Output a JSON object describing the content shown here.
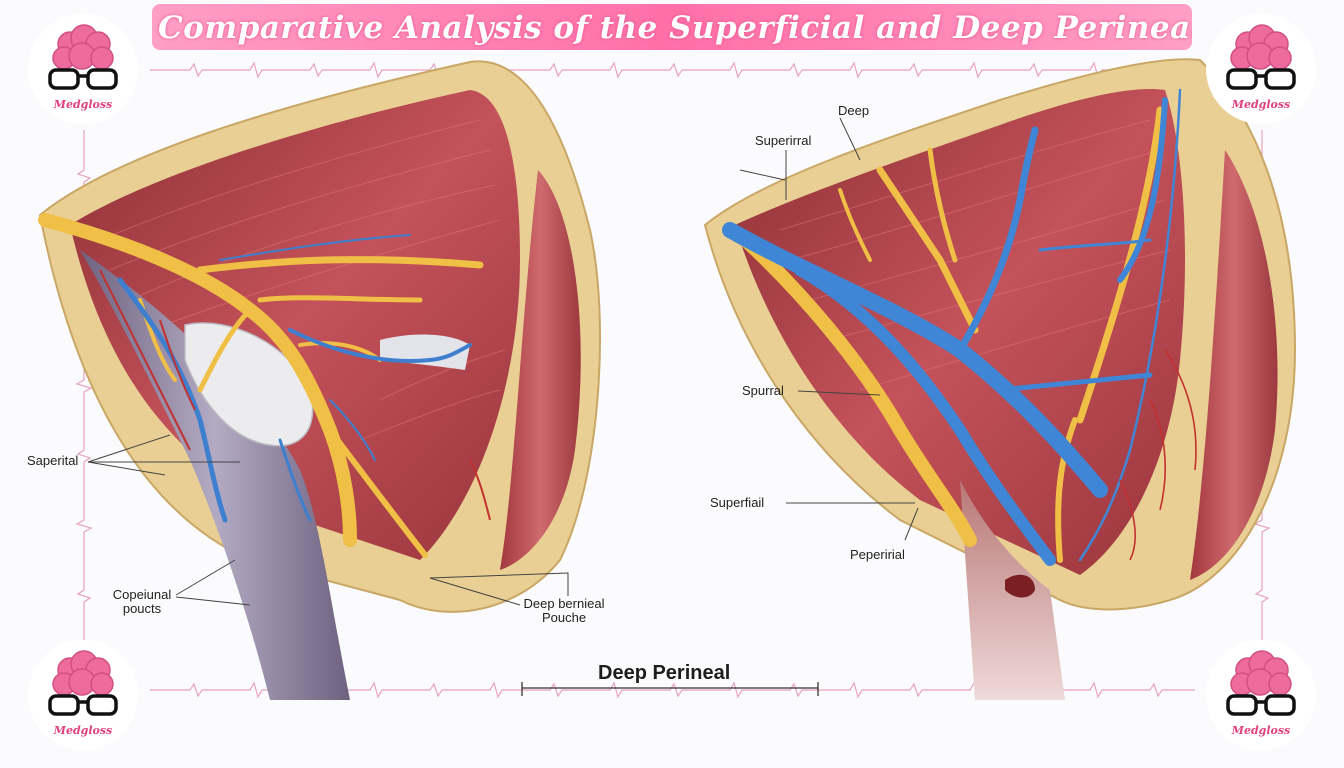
{
  "header": {
    "title": "Comparative Analysis of the Superficial and Deep Perineal Pouches"
  },
  "logo": {
    "text": "Medgloss"
  },
  "left_panel": {
    "labels": {
      "a": "Saperital",
      "b_line1": "Copeiunal",
      "b_line2": "poucts",
      "c_line1": "Deep bernieal",
      "c_line2": "Pouche"
    }
  },
  "right_panel": {
    "labels": {
      "deep": "Deep",
      "superirral": "Superirral",
      "spurral": "Spurral",
      "superfial": "Superfiail",
      "peperirial": "Peperirial"
    }
  },
  "footer": {
    "title": "Deep Perineal"
  },
  "colors": {
    "banner": "#ff7fb0",
    "muscle": "#b8414a",
    "fat": "#ecd39a",
    "nerve": "#f1c24a",
    "vein": "#3f86d6"
  }
}
